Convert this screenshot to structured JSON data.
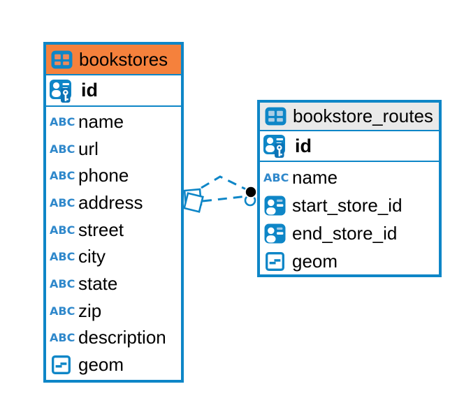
{
  "colors": {
    "table_border_blue": "#0E86C7",
    "bookstores_header_orange": "#F5813C",
    "routes_header_gray": "#E9E9E9",
    "relationship_line_blue": "#0E86C7",
    "relationship_endpoint_black": "#000000",
    "field_text_black": "#000000",
    "type_icon_blue": "#2F88CB"
  },
  "icons": {
    "text_type_label": "ABC"
  },
  "tables": [
    {
      "name": "bookstores",
      "header_style": "selected-orange",
      "primary_key": {
        "name": "id",
        "icon": "person-key-icon"
      },
      "fields": [
        {
          "name": "name",
          "type": "text",
          "icon": "abc-text-icon"
        },
        {
          "name": "url",
          "type": "text",
          "icon": "abc-text-icon"
        },
        {
          "name": "phone",
          "type": "text",
          "icon": "abc-text-icon"
        },
        {
          "name": "address",
          "type": "text",
          "icon": "abc-text-icon"
        },
        {
          "name": "street",
          "type": "text",
          "icon": "abc-text-icon"
        },
        {
          "name": "city",
          "type": "text",
          "icon": "abc-text-icon"
        },
        {
          "name": "state",
          "type": "text",
          "icon": "abc-text-icon"
        },
        {
          "name": "zip",
          "type": "text",
          "icon": "abc-text-icon"
        },
        {
          "name": "description",
          "type": "text",
          "icon": "abc-text-icon"
        },
        {
          "name": "geom",
          "type": "geometry",
          "icon": "geometry-icon"
        }
      ]
    },
    {
      "name": "bookstore_routes",
      "header_style": "gray",
      "primary_key": {
        "name": "id",
        "icon": "person-key-icon"
      },
      "fields": [
        {
          "name": "name",
          "type": "text",
          "icon": "abc-text-icon"
        },
        {
          "name": "start_store_id",
          "type": "reference",
          "icon": "person-badge-icon"
        },
        {
          "name": "end_store_id",
          "type": "reference",
          "icon": "person-badge-icon"
        },
        {
          "name": "geom",
          "type": "geometry",
          "icon": "geometry-icon"
        }
      ]
    }
  ],
  "relationships": [
    {
      "from_table": "bookstores",
      "to_table": "bookstore_routes",
      "line_style": "dashed"
    },
    {
      "from_table": "bookstores",
      "to_table": "bookstore_routes",
      "line_style": "dashed"
    }
  ]
}
